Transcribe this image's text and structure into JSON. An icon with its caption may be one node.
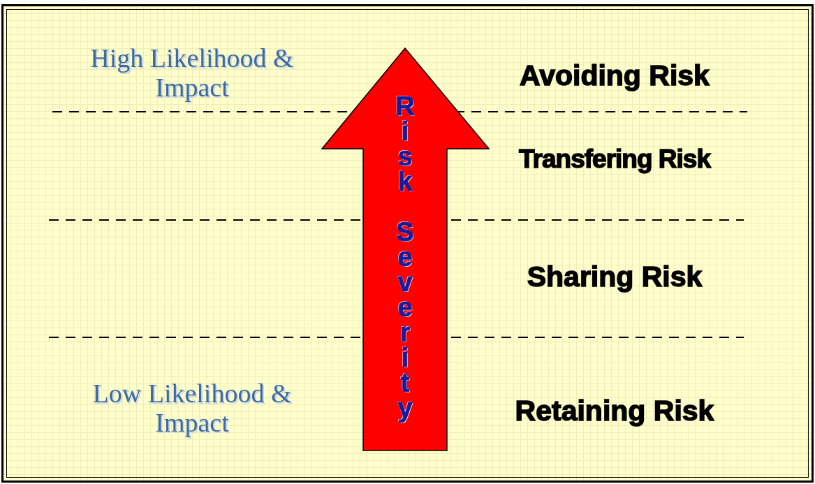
{
  "diagram": {
    "nodes": [
      {
        "text": [
          "Risk Severity"
        ]
      }
    ],
    "labels": [
      "High Likelihood & Impact",
      "Avoiding Risk",
      "Transfering Risk",
      "Sharing Risk",
      "Low Likelihood & Impact",
      "Retaining Risk"
    ]
  }
}
